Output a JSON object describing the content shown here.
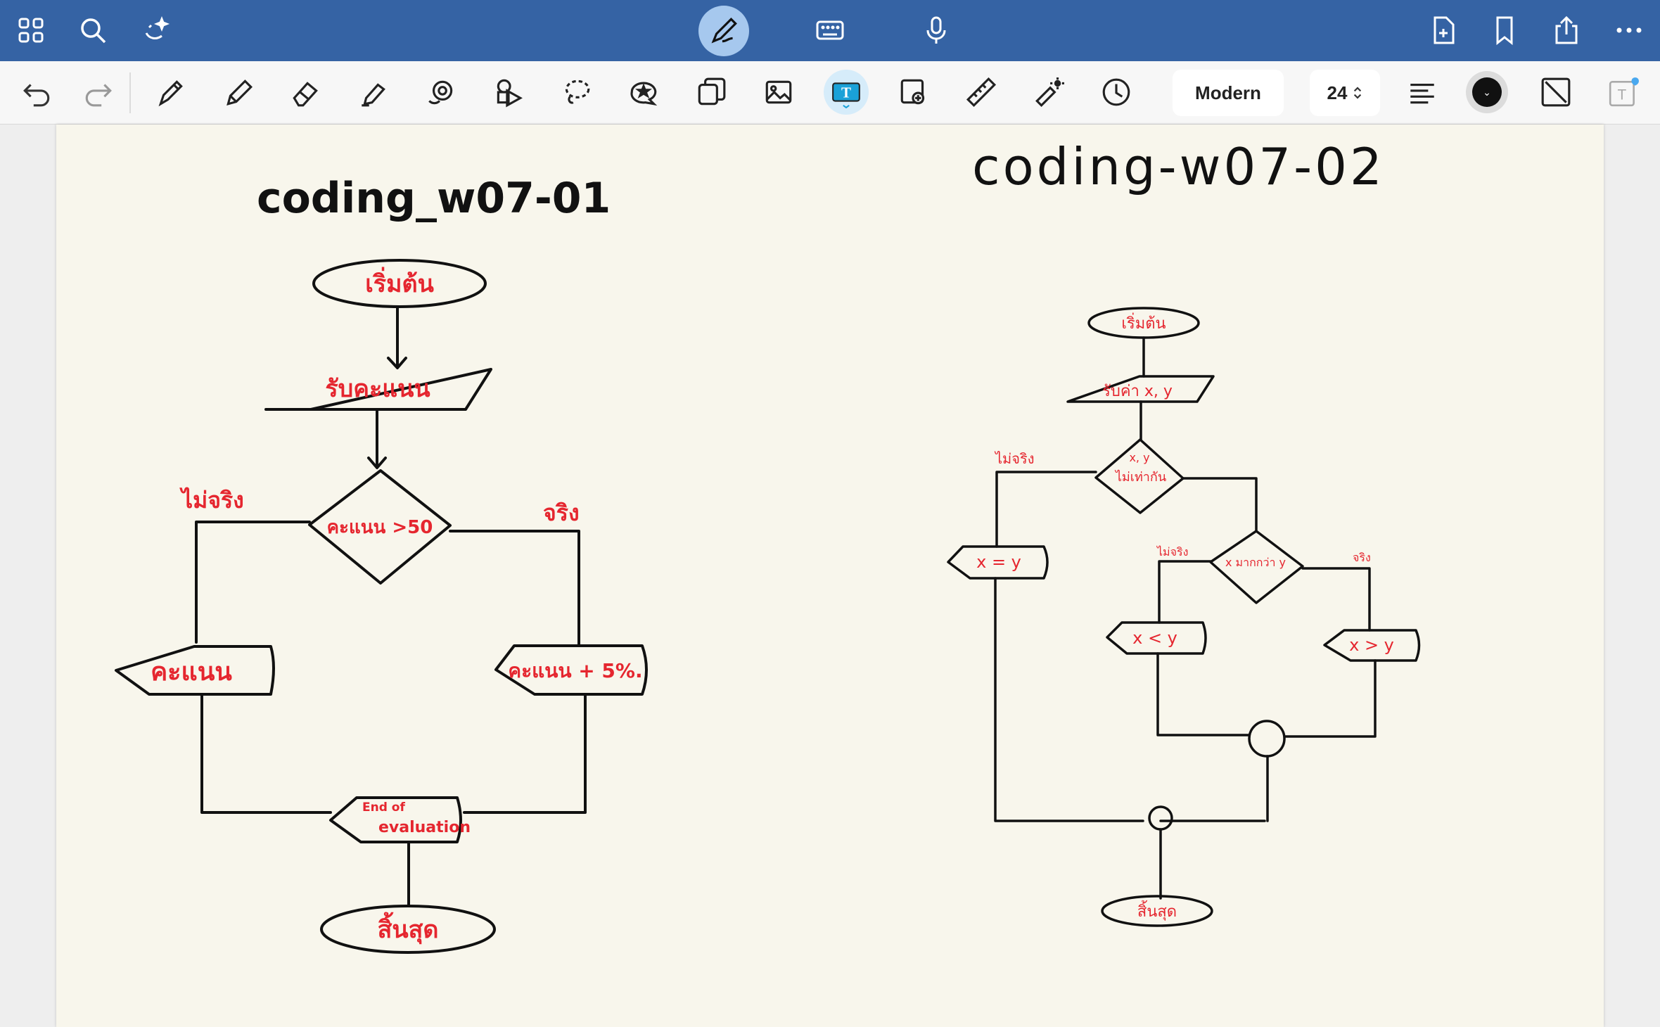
{
  "toolbar": {
    "font_name": "Modern",
    "font_size": "24"
  },
  "colors": {
    "topbar": "#3563a4",
    "pen_color": "#111111",
    "label_red": "#e5262f",
    "paper": "#f8f6ec"
  },
  "flowchart_1": {
    "title": "coding_w07-01",
    "start": "เริ่มต้น",
    "input": "รับคะแนน",
    "decision": "คะแนน >50",
    "false_label": "ไม่จริง",
    "true_label": "จริง",
    "output_false": "คะแนน",
    "output_true": "คะแนน + 5%.",
    "merge_line1": "End of",
    "merge_line2": "evaluation",
    "end": "สิ้นสุด"
  },
  "flowchart_2": {
    "title": "coding-w07-02",
    "start": "เริ่มต้น",
    "input": "รับค่า x, y",
    "decision1_line1": "x, y",
    "decision1_line2": "ไม่เท่ากัน",
    "false_label_1": "ไม่จริง",
    "output_equal": "x = y",
    "decision2": "x มากกว่า y",
    "false_label_2": "ไม่จริง",
    "true_label_2": "จริง",
    "output_less": "x < y",
    "output_greater": "x > y",
    "end": "สิ้นสุด"
  }
}
